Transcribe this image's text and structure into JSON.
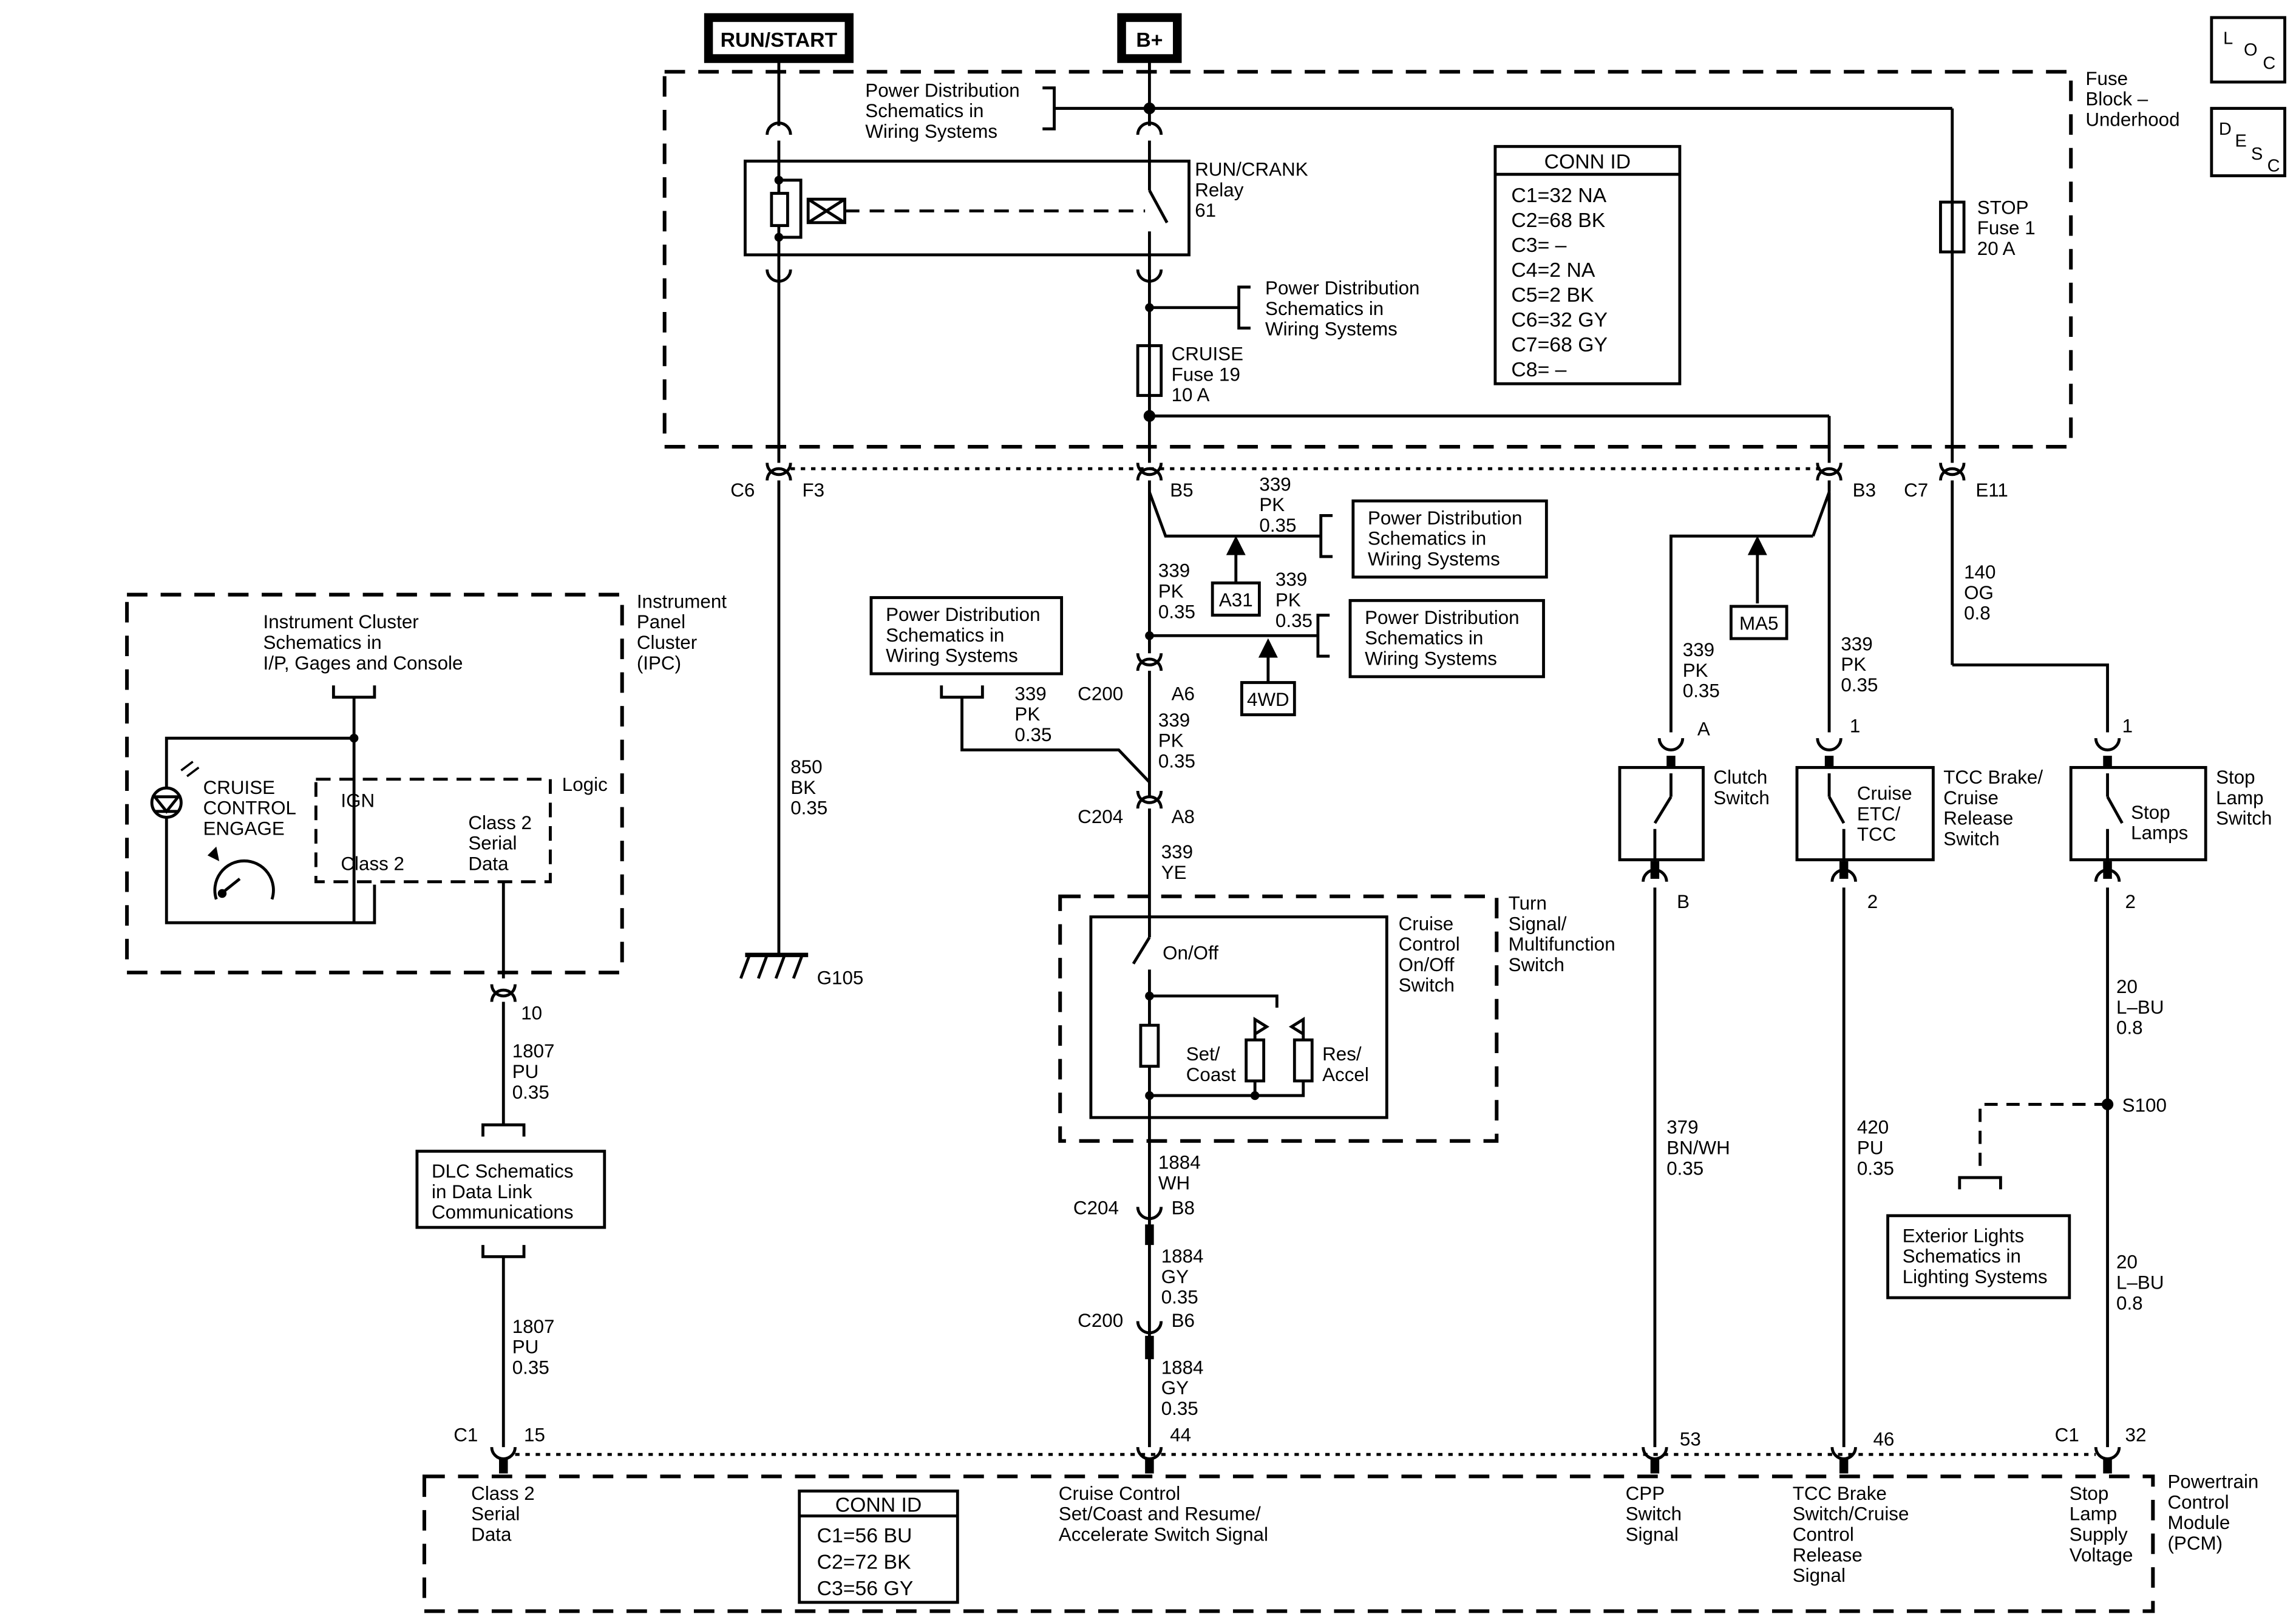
{
  "power_sources": {
    "run_start": "RUN/START",
    "battery": "B+"
  },
  "loc_box": {
    "l": "L",
    "o": "O",
    "c": "C"
  },
  "desc_box": {
    "d": "D",
    "e": "E",
    "s": "S",
    "c": "C"
  },
  "fuse_block": {
    "title": [
      "Fuse",
      "Block –",
      "Underhood"
    ],
    "conn_id": {
      "title": "CONN ID",
      "rows": [
        "C1=32 NA",
        "C2=68 BK",
        "C3= –",
        "C4=2 NA",
        "C5=2 BK",
        "C6=32 GY",
        "C7=68 GY",
        "C8= –"
      ]
    },
    "relay": [
      "RUN/CRANK",
      "Relay",
      "61"
    ],
    "cruise_fuse": [
      "CRUISE",
      "Fuse 19",
      "10 A"
    ],
    "stop_fuse": [
      "STOP",
      "Fuse 1",
      "20 A"
    ],
    "power_ref_top": [
      "Power Distribution",
      "Schematics in",
      "Wiring Systems"
    ],
    "power_ref_mid": [
      "Power Distribution",
      "Schematics in",
      "Wiring Systems"
    ]
  },
  "connector_labels": {
    "c6": "C6",
    "f3": "F3",
    "b5": "B5",
    "b3": "B3",
    "c7": "C7",
    "e11": "E11",
    "c200_a6": "C200",
    "a6": "A6",
    "c204_a8": "C204",
    "a8": "A8",
    "c204_b8": "C204",
    "b8": "B8",
    "c200_b6": "C200",
    "b6": "B6",
    "ipc_pin": "10",
    "clutch_a": "A",
    "clutch_b": "B",
    "etc_1": "1",
    "etc_2": "2",
    "stop_1": "1",
    "stop_2": "2",
    "pcm_c1_left": "C1",
    "pcm_15": "15",
    "pcm_44": "44",
    "pcm_53": "53",
    "pcm_46": "46",
    "pcm_c1_right": "C1",
    "pcm_32": "32"
  },
  "wires": {
    "ground": [
      "850",
      "BK",
      "0.35"
    ],
    "b5_right": [
      "339",
      "PK",
      "0.35"
    ],
    "b5_down": [
      "339",
      "PK",
      "0.35"
    ],
    "a31_side": [
      "339",
      "PK",
      "0.35"
    ],
    "a6_down": [
      "339",
      "PK",
      "0.35"
    ],
    "left_feed": [
      "339",
      "PK",
      "0.35"
    ],
    "a8_down": [
      "339",
      "YE"
    ],
    "b8_up": [
      "1884",
      "WH"
    ],
    "b8_down": [
      "1884",
      "GY",
      "0.35"
    ],
    "b6_down": [
      "1884",
      "GY",
      "0.35"
    ],
    "clutch_feed": [
      "339",
      "PK",
      "0.35"
    ],
    "etc_feed": [
      "339",
      "PK",
      "0.35"
    ],
    "stop_feed": [
      "140",
      "OG",
      "0.8"
    ],
    "ipc_down": [
      "1807",
      "PU",
      "0.35"
    ],
    "dlc_down": [
      "1807",
      "PU",
      "0.35"
    ],
    "cpp": [
      "379",
      "BN/WH",
      "0.35"
    ],
    "tcc": [
      "420",
      "PU",
      "0.35"
    ],
    "stop_lamp_upper": [
      "20",
      "L–BU",
      "0.8"
    ],
    "stop_lamp_lower": [
      "20",
      "L–BU",
      "0.8"
    ]
  },
  "refs": {
    "a31": "A31",
    "fourwd": "4WD",
    "ma5": "MA5",
    "pd_a31": [
      "Power Distribution",
      "Schematics in",
      "Wiring Systems"
    ],
    "pd_4wd": [
      "Power Distribution",
      "Schematics in",
      "Wiring Systems"
    ],
    "pd_left": [
      "Power Distribution",
      "Schematics in",
      "Wiring Systems"
    ],
    "dlc": [
      "DLC Schematics",
      "in Data Link",
      "Communications"
    ],
    "exterior_lights": [
      "Exterior Lights",
      "Schematics in",
      "Lighting Systems"
    ]
  },
  "ipc": {
    "title": [
      "Instrument",
      "Panel",
      "Cluster",
      "(IPC)"
    ],
    "ref": [
      "Instrument Cluster",
      "Schematics in",
      "I/P, Gages and Console"
    ],
    "indicator": [
      "CRUISE",
      "CONTROL",
      "ENGAGE"
    ],
    "ign": "IGN",
    "logic": "Logic",
    "class2_left": "Class 2",
    "class2_serial": [
      "Class 2",
      "Serial",
      "Data"
    ]
  },
  "ground_label": "G105",
  "multifunction_switch": {
    "title": [
      "Turn",
      "Signal/",
      "Multifunction",
      "Switch"
    ],
    "inner_title": [
      "Cruise",
      "Control",
      "On/Off",
      "Switch"
    ],
    "on_off": "On/Off",
    "set_coast": [
      "Set/",
      "Coast"
    ],
    "res_accel": [
      "Res/",
      "Accel"
    ]
  },
  "switches": {
    "clutch": [
      "Clutch",
      "Switch"
    ],
    "etc_inner": [
      "Cruise",
      "ETC/",
      "TCC"
    ],
    "etc_outer": [
      "TCC Brake/",
      "Cruise",
      "Release",
      "Switch"
    ],
    "stop_inner": [
      "Stop",
      "Lamps"
    ],
    "stop_outer": [
      "Stop",
      "Lamp",
      "Switch"
    ]
  },
  "splice": "S100",
  "pcm": {
    "title": [
      "Powertrain",
      "Control",
      "Module",
      "(PCM)"
    ],
    "conn_id": {
      "title": "CONN ID",
      "rows": [
        "C1=56 BU",
        "C2=72 BK",
        "C3=56 GY"
      ]
    },
    "signals": {
      "class2": [
        "Class 2",
        "Serial",
        "Data"
      ],
      "cruise": [
        "Cruise Control",
        "Set/Coast and Resume/",
        "Accelerate Switch Signal"
      ],
      "cpp": [
        "CPP",
        "Switch",
        "Signal"
      ],
      "tcc": [
        "TCC Brake",
        "Switch/Cruise",
        "Control",
        "Release",
        "Signal"
      ],
      "stop": [
        "Stop",
        "Lamp",
        "Supply",
        "Voltage"
      ]
    }
  }
}
